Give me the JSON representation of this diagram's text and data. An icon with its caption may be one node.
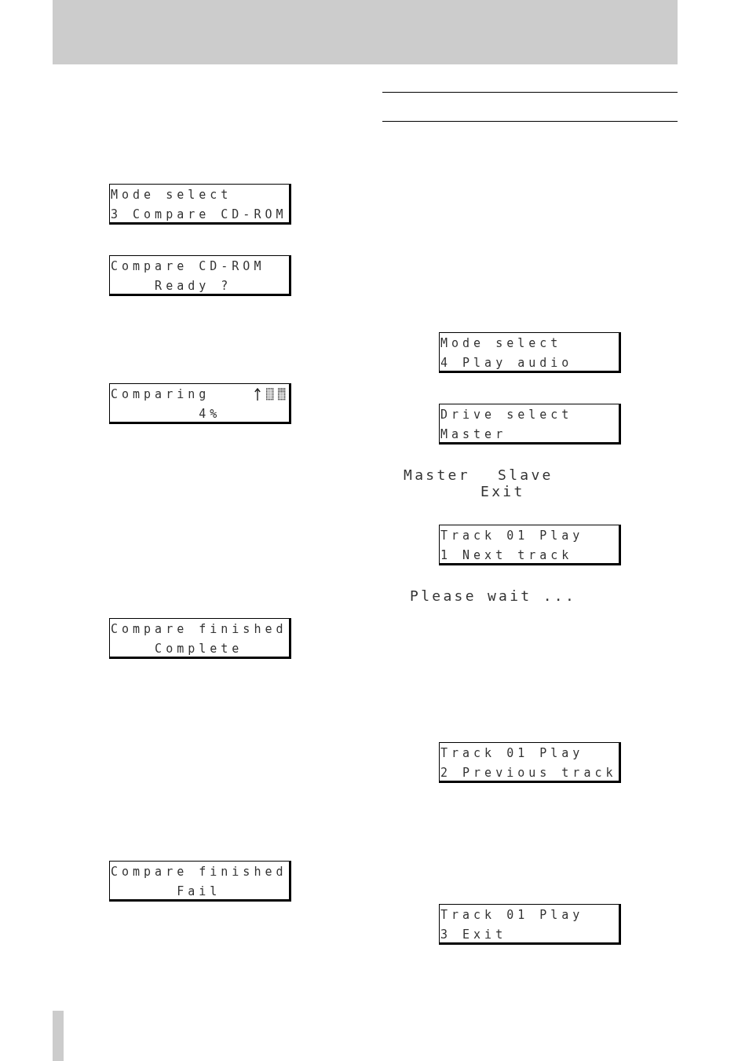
{
  "diagram": {
    "nodes": [
      {
        "text": [
          "Mode select",
          "3 Compare CD-ROM"
        ]
      },
      {
        "text": [
          "Compare CD-ROM",
          "Ready ?"
        ]
      },
      {
        "text": [
          "Comparing",
          "4%"
        ]
      },
      {
        "text": [
          "Compare finished",
          "Complete"
        ]
      },
      {
        "text": [
          "Compare finished",
          "Fail"
        ]
      },
      {
        "text": [
          "Mode select",
          "4 Play audio"
        ]
      },
      {
        "text": [
          "Drive select",
          "Master"
        ]
      },
      {
        "text": [
          "Track 01 Play",
          "1 Next track"
        ]
      },
      {
        "text": [
          "Track 01 Play",
          "2 Previous track"
        ]
      },
      {
        "text": [
          "Track 01 Play",
          "3 Exit"
        ]
      }
    ],
    "labels": [
      "Master",
      "Slave",
      "Exit",
      "Please wait ..."
    ]
  }
}
